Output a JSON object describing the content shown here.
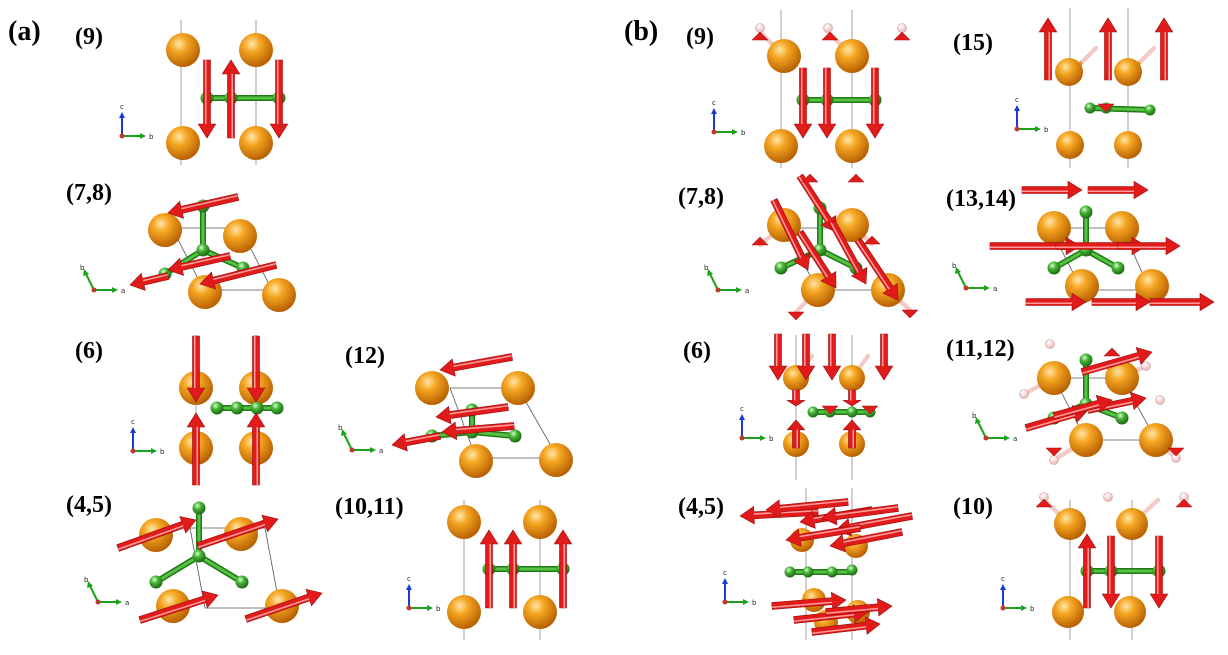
{
  "panels": {
    "a": {
      "label": "(a)"
    },
    "b": {
      "label": "(b)"
    }
  },
  "structures": {
    "a9": "(9)",
    "a78": "(7,8)",
    "a6": "(6)",
    "a12": "(12)",
    "a45": "(4,5)",
    "a1011": "(10,11)",
    "b9": "(9)",
    "b15": "(15)",
    "b78": "(7,8)",
    "b1314": "(13,14)",
    "b6": "(6)",
    "b1112": "(11,12)",
    "b45": "(4,5)",
    "b10": "(10)"
  },
  "axes": {
    "c": "c",
    "b": "b",
    "a": "a"
  },
  "colors": {
    "metal_atom": "#f0930f",
    "ligand_atom": "#3aa52c",
    "spin_arrow": "#e11a1a",
    "hydrogen": "#f6d3d3",
    "cell_line": "#555555"
  }
}
